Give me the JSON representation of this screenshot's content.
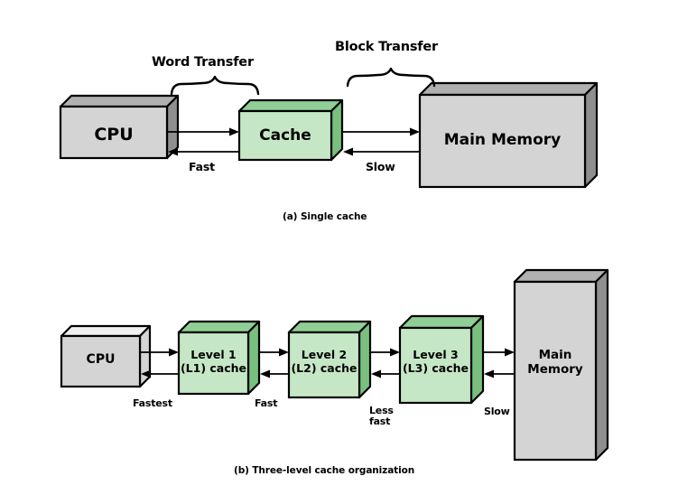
{
  "figure": {
    "background_color": "#ffffff",
    "stroke_color": "#000000",
    "gray_front_color": "#d4d4d4",
    "gray_top_color": "#b0b0b0",
    "gray_side_color": "#8f8f8f",
    "green_front_color": "#c6e7c6",
    "green_top_color": "#8fcf95",
    "green_side_color": "#79c07f"
  },
  "panel_a": {
    "caption": "(a) Single cache",
    "transfer_labels": {
      "word": "Word Transfer",
      "block": "Block Transfer"
    },
    "speed_labels": {
      "cpu_cache": "Fast",
      "cache_memory": "Slow"
    },
    "boxes": [
      {
        "name": "cpu",
        "label": "CPU",
        "fill": "gray"
      },
      {
        "name": "cache",
        "label": "Cache",
        "fill": "green"
      },
      {
        "name": "main-memory",
        "label": "Main Memory",
        "fill": "gray"
      }
    ]
  },
  "panel_b": {
    "caption": "(b) Three-level cache organization",
    "speed_labels": {
      "cpu_l1": "Fastest",
      "l1_l2": "Fast",
      "l2_l3": "Less\nfast",
      "l3_memory": "Slow"
    },
    "boxes": [
      {
        "name": "cpu",
        "label": "CPU",
        "fill": "gray"
      },
      {
        "name": "level-1-cache",
        "label": "Level 1\n(L1) cache",
        "fill": "green"
      },
      {
        "name": "level-2-cache",
        "label": "Level 2\n(L2) cache",
        "fill": "green"
      },
      {
        "name": "level-3-cache",
        "label": "Level 3\n(L3) cache",
        "fill": "green"
      },
      {
        "name": "main-memory",
        "label": "Main\nMemory",
        "fill": "gray"
      }
    ]
  }
}
